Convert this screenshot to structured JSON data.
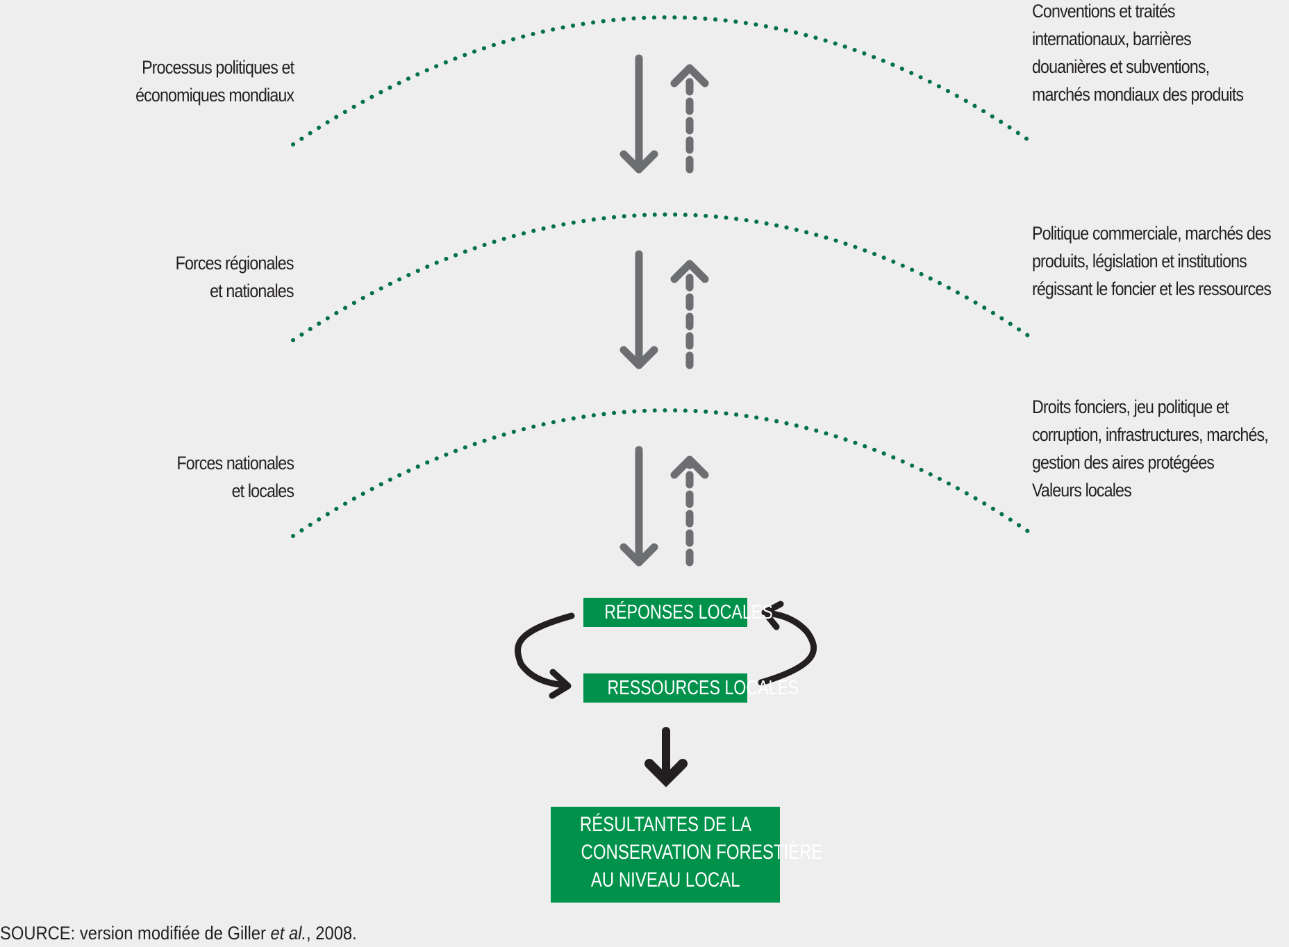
{
  "levels": [
    {
      "left_lines": [
        "Processus politiques et",
        "économiques mondiaux"
      ],
      "right_lines": [
        "Conventions et traités",
        "internationaux, barrières",
        "douanières et subventions,",
        "marchés mondiaux des produits"
      ]
    },
    {
      "left_lines": [
        "Forces régionales",
        "et nationales"
      ],
      "right_lines": [
        "Politique commerciale, marchés des",
        "produits, législation et institutions",
        "régissant le foncier et les ressources"
      ]
    },
    {
      "left_lines": [
        "Forces nationales",
        "et locales"
      ],
      "right_lines": [
        "Droits fonciers, jeu politique et",
        "corruption, infrastructures, marchés,",
        "gestion des aires protégées",
        "Valeurs locales"
      ]
    }
  ],
  "local_responses": "RÉPONSES LOCALES",
  "local_resources": "RESSOURCES LOCALES",
  "outcome_lines": [
    "RÉSULTANTES DE LA",
    "CONSERVATION FORESTIÈRE",
    "AU NIVEAU LOCAL"
  ],
  "source": {
    "prefix": "SOURCE: version modifiée de Giller ",
    "italic": "et al.",
    "suffix": ", 2008."
  },
  "colors": {
    "background": "#eeeeee",
    "green": "#00924b",
    "dots": "#00704a",
    "grey_arrow": "#6d6e71",
    "dark_arrow": "#231f20",
    "text": "#231f20"
  }
}
